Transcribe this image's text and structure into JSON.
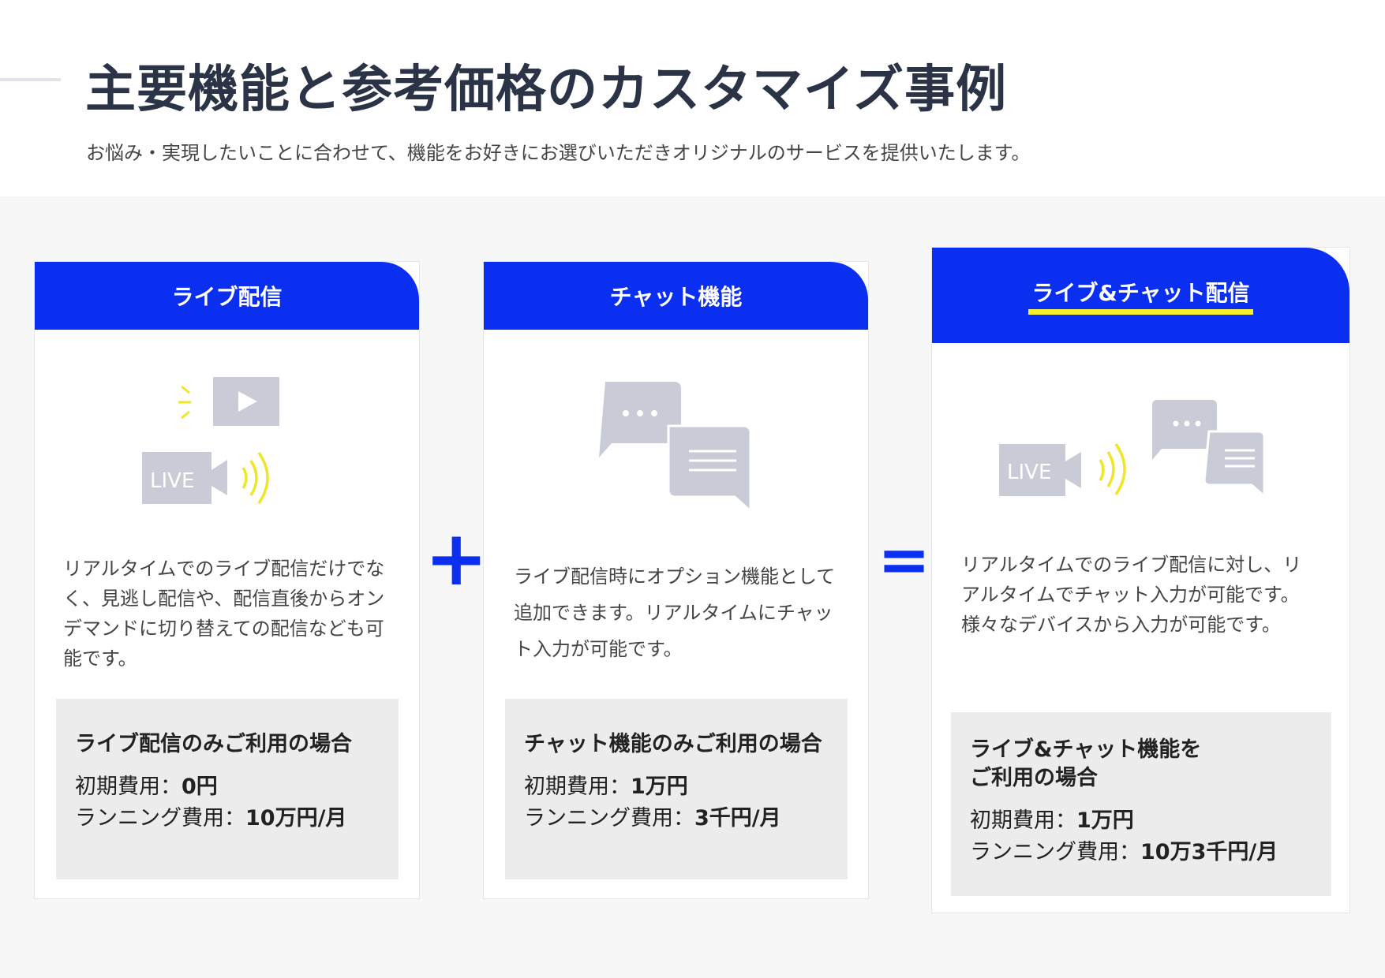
{
  "header": {
    "title": "主要機能と参考価格のカスタマイズ事例",
    "subtitle": "お悩み・実現したいことに合わせて、機能をお好きにお選びいただきオリジナルのサービスを提供いたします。"
  },
  "colors": {
    "accent": "#0a2ff0",
    "highlight": "#f7ef2e",
    "icon_gray": "#c9ccd6"
  },
  "operators": {
    "plus": "+",
    "equals": "="
  },
  "cards": [
    {
      "title": "ライブ配信",
      "icon": "live-camera-icon",
      "live_label": "LIVE",
      "description": "リアルタイムでのライブ配信だけでなく、見逃し配信や、配信直後からオンデマンドに切り替えての配信なども可能です。",
      "price_title": "ライブ配信のみご利用の場合",
      "initial_label": "初期費用：",
      "initial_value": "0円",
      "running_label": "ランニング費用：",
      "running_value": "10万円/月"
    },
    {
      "title": "チャット機能",
      "icon": "chat-bubbles-icon",
      "description": "ライブ配信時にオプション機能として追加できます。リアルタイムにチャット入力が可能です。",
      "price_title": "チャット機能のみご利用の場合",
      "initial_label": "初期費用：",
      "initial_value": "1万円",
      "running_label": "ランニング費用：",
      "running_value": "3千円/月"
    },
    {
      "title": "ライブ&チャット配信",
      "icon": "live-chat-icon",
      "live_label": "LIVE",
      "description": "リアルタイムでのライブ配信に対し、リアルタイムでチャット入力が可能です。様々なデバイスから入力が可能です。",
      "price_title": "ライブ&チャット機能をご利用の場合",
      "initial_label": "初期費用：",
      "initial_value": "1万円",
      "running_label": "ランニング費用：",
      "running_value": "10万3千円/月"
    }
  ]
}
